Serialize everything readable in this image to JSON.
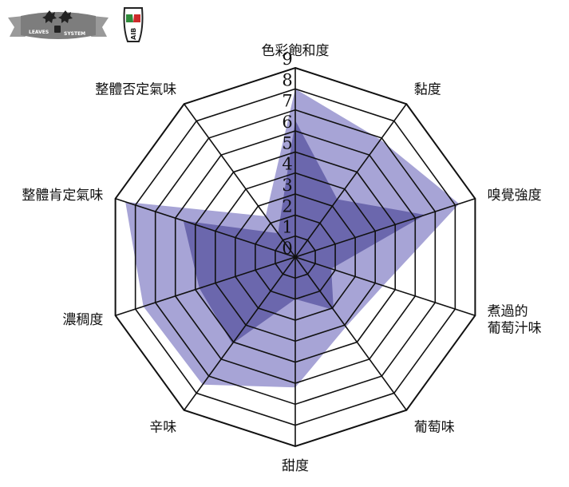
{
  "logos": {
    "leaves_system": {
      "left_word": "LEAVES",
      "right_word": "SYSTEM"
    },
    "aib": {
      "text": "AIB"
    }
  },
  "colors": {
    "outer_fill": "#a7a4d6",
    "inner_fill": "#6b67ad",
    "grid": "#111111"
  },
  "chart_data": {
    "type": "radar",
    "title": "",
    "axes": [
      "色彩飽和度",
      "黏度",
      "嗅覺強度",
      "煮過的\n葡萄汁味",
      "葡萄味",
      "甜度",
      "辛味",
      "濃稠度",
      "整體肯定氣味",
      "整體否定氣味"
    ],
    "tick_labels": [
      "0",
      "1",
      "2",
      "3",
      "4",
      "5",
      "6",
      "7",
      "8",
      "9"
    ],
    "range": [
      0,
      9
    ],
    "grid": true,
    "series": [
      {
        "values": [
          8.0,
          6.9,
          8.2,
          4.4,
          4.1,
          6.2,
          7.5,
          7.6,
          8.5,
          2.4
        ]
      },
      {
        "values": [
          6.5,
          3.4,
          6.5,
          1.8,
          3.1,
          2.0,
          5.1,
          4.8,
          5.6,
          1.4
        ]
      }
    ]
  }
}
